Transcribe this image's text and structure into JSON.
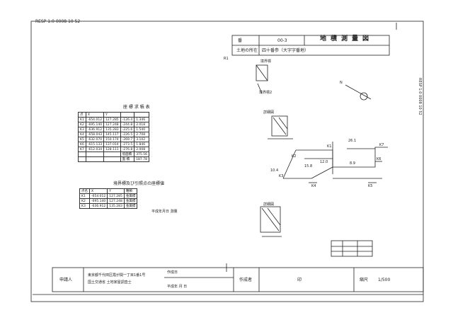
{
  "header_ref": "RESP 1:0 0008 10 52",
  "title_block": {
    "number_label": "番",
    "number_value": "00-3",
    "title": "地積測量図",
    "location_label": "土地の所在",
    "location_value": "四十番参（大字字番地）",
    "side_code": "R1"
  },
  "coord_table": {
    "title": "座 標 求 積 表",
    "headers": [
      "点",
      "X",
      "Y"
    ],
    "rows": [
      [
        "K1",
        "-654.012",
        "127.285",
        "-126.4",
        "1.346"
      ],
      [
        "K2",
        "-695.140",
        "127.248",
        "-244.8",
        "2.018"
      ],
      [
        "K3",
        "-636.912",
        "135.283",
        "-225.6",
        "1.540"
      ],
      [
        "K4",
        "-658.043",
        "145.117",
        "-226.5",
        "2.708"
      ],
      [
        "K5",
        "-632.070",
        "150.174",
        "-269.7",
        "3.102"
      ],
      [
        "K6",
        "-615.133",
        "137.014",
        "-273.5",
        "1.846"
      ],
      [
        "K7",
        "-612.034",
        "128.111",
        "-276.8",
        "2.008"
      ]
    ],
    "total_label": "倍面積",
    "total_value": "375.56",
    "area_label": "面 積",
    "area_value": "187.78"
  },
  "boundary_table": {
    "title": "境界標及び引照点の座標値",
    "headers": [
      "点名",
      "X",
      "Y",
      "種類"
    ],
    "rows": [
      [
        "K1",
        "-654.012",
        "127.285",
        "金属標"
      ],
      [
        "K2",
        "-695.140",
        "127.248",
        "金属標"
      ],
      [
        "K3",
        "-636.912",
        "135.283",
        "金属標"
      ]
    ],
    "note": "平成年月日 測量"
  },
  "drawing": {
    "boundary_mark_label": "境界標",
    "boundary_mark_label2": "境界標2",
    "detail_label": "詳細図",
    "north_label": "N",
    "point_labels": [
      "K1",
      "K2",
      "K3",
      "K4",
      "K5",
      "K6",
      "K7"
    ],
    "distance_labels": [
      "26.1",
      "15.8",
      "10.4",
      "8.9",
      "12.0"
    ]
  },
  "footer": {
    "applicant_label": "申請人",
    "address_line1": "東京都千代田区霞が関一丁目1番1号",
    "address_line2": "国土交通省 土地家屋調査士",
    "date_label": "作成日",
    "date_value": "平成年 月 日",
    "surveyor_label": "作成者",
    "seal_label": "印",
    "scale_label": "縮尺",
    "scale_value": "1/500"
  },
  "right_margin_text": "RESP 1:0 0008 10 52"
}
